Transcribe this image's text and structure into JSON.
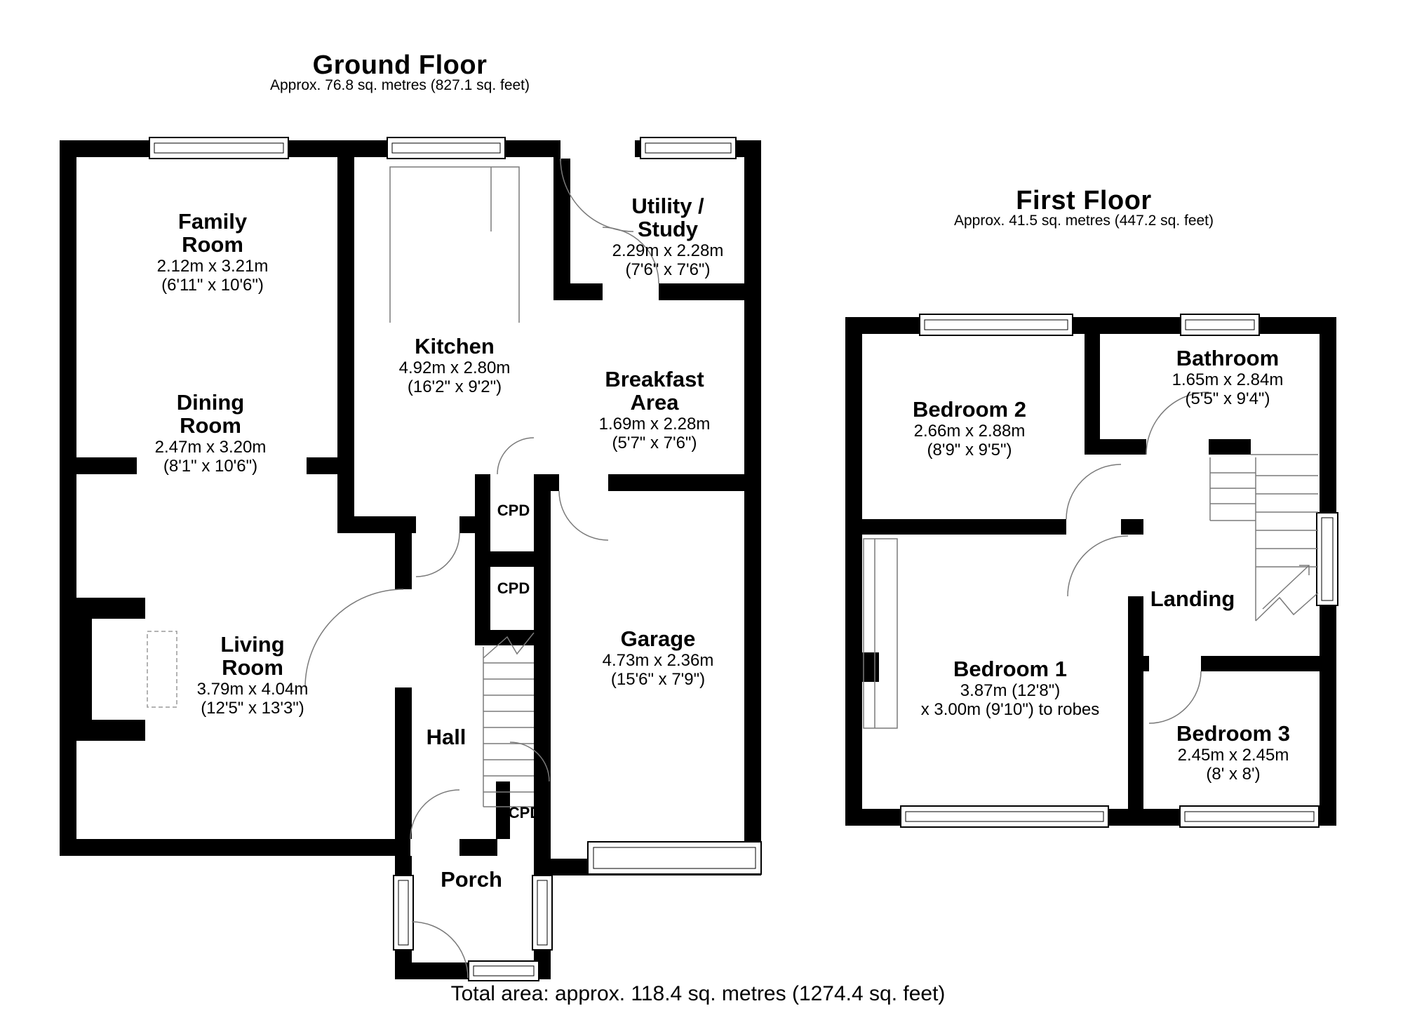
{
  "ground_floor": {
    "title": "Ground Floor",
    "subtitle": "Approx. 76.8 sq. metres (827.1 sq. feet)",
    "cupboard_label": "CPD",
    "rooms": {
      "family_room": {
        "name": "Family\nRoom",
        "dims_m": "2.12m x 3.21m",
        "dims_ft": "(6'11\" x 10'6\")"
      },
      "dining_room": {
        "name": "Dining\nRoom",
        "dims_m": "2.47m x 3.20m",
        "dims_ft": "(8'1\" x 10'6\")"
      },
      "kitchen": {
        "name": "Kitchen",
        "dims_m": "4.92m x 2.80m",
        "dims_ft": "(16'2\" x 9'2\")"
      },
      "utility_study": {
        "name": "Utility /\nStudy",
        "dims_m": "2.29m x 2.28m",
        "dims_ft": "(7'6\" x 7'6\")"
      },
      "breakfast_area": {
        "name": "Breakfast\nArea",
        "dims_m": "1.69m x 2.28m",
        "dims_ft": "(5'7\" x 7'6\")"
      },
      "living_room": {
        "name": "Living\nRoom",
        "dims_m": "3.79m x 4.04m",
        "dims_ft": "(12'5\" x 13'3\")"
      },
      "garage": {
        "name": "Garage",
        "dims_m": "4.73m x 2.36m",
        "dims_ft": "(15'6\" x 7'9\")"
      },
      "hall": {
        "name": "Hall"
      },
      "porch": {
        "name": "Porch"
      }
    }
  },
  "first_floor": {
    "title": "First Floor",
    "subtitle": "Approx. 41.5 sq. metres (447.2 sq. feet)",
    "rooms": {
      "bedroom_2": {
        "name": "Bedroom 2",
        "dims_m": "2.66m x 2.88m",
        "dims_ft": "(8'9\" x 9'5\")"
      },
      "bathroom": {
        "name": "Bathroom",
        "dims_m": "1.65m x 2.84m",
        "dims_ft": "(5'5\" x 9'4\")"
      },
      "landing": {
        "name": "Landing"
      },
      "bedroom_1": {
        "name": "Bedroom 1",
        "dims_m": "3.87m (12'8\")",
        "dims_ft": "x 3.00m (9'10\") to robes"
      },
      "bedroom_3": {
        "name": "Bedroom 3",
        "dims_m": "2.45m x 2.45m",
        "dims_ft": "(8' x 8')"
      }
    }
  },
  "footer": {
    "total_area": "Total area: approx. 118.4 sq. metres (1274.4 sq. feet)"
  },
  "colors": {
    "wall": "#000000",
    "line": "#7a7a7a",
    "background": "#ffffff"
  }
}
